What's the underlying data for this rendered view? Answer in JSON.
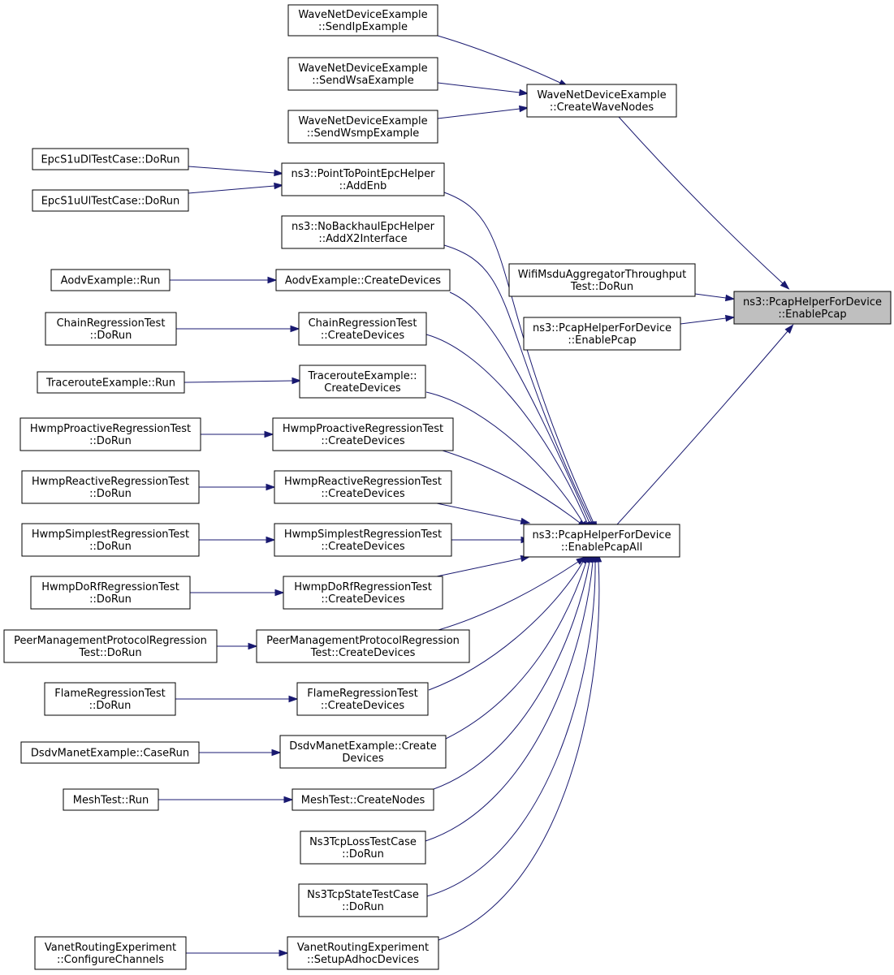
{
  "nodes": [
    {
      "id": "target",
      "lines": [
        "ns3::PcapHelperForDevice",
        "::EnablePcap"
      ],
      "highlight": true
    },
    {
      "id": "wave_create",
      "lines": [
        "WaveNetDeviceExample",
        "::CreateWaveNodes"
      ]
    },
    {
      "id": "wifi_msdu",
      "lines": [
        "WifiMsduAggregatorThroughput",
        "Test::DoRun"
      ]
    },
    {
      "id": "pcap_enable",
      "lines": [
        "ns3::PcapHelperForDevice",
        "::EnablePcap"
      ]
    },
    {
      "id": "pcap_all",
      "lines": [
        "ns3::PcapHelperForDevice",
        "::EnablePcapAll"
      ]
    },
    {
      "id": "wave_ip",
      "lines": [
        "WaveNetDeviceExample",
        "::SendIpExample"
      ]
    },
    {
      "id": "wave_wsa",
      "lines": [
        "WaveNetDeviceExample",
        "::SendWsaExample"
      ]
    },
    {
      "id": "wave_wsmp",
      "lines": [
        "WaveNetDeviceExample",
        "::SendWsmpExample"
      ]
    },
    {
      "id": "p2p_addenb",
      "lines": [
        "ns3::PointToPointEpcHelper",
        "::AddEnb"
      ]
    },
    {
      "id": "epc_dl",
      "lines": [
        "EpcS1uDlTestCase::DoRun"
      ]
    },
    {
      "id": "epc_ul",
      "lines": [
        "EpcS1uUlTestCase::DoRun"
      ]
    },
    {
      "id": "nobackhaul",
      "lines": [
        "ns3::NoBackhaulEpcHelper",
        "::AddX2Interface"
      ]
    },
    {
      "id": "aodv_cd",
      "lines": [
        "AodvExample::CreateDevices"
      ]
    },
    {
      "id": "aodv_run",
      "lines": [
        "AodvExample::Run"
      ]
    },
    {
      "id": "chain_cd",
      "lines": [
        "ChainRegressionTest",
        "::CreateDevices"
      ]
    },
    {
      "id": "chain_run",
      "lines": [
        "ChainRegressionTest",
        "::DoRun"
      ]
    },
    {
      "id": "trace_cd",
      "lines": [
        "TracerouteExample::",
        "CreateDevices"
      ]
    },
    {
      "id": "trace_run",
      "lines": [
        "TracerouteExample::Run"
      ]
    },
    {
      "id": "hpro_cd",
      "lines": [
        "HwmpProactiveRegressionTest",
        "::CreateDevices"
      ]
    },
    {
      "id": "hpro_run",
      "lines": [
        "HwmpProactiveRegressionTest",
        "::DoRun"
      ]
    },
    {
      "id": "hrea_cd",
      "lines": [
        "HwmpReactiveRegressionTest",
        "::CreateDevices"
      ]
    },
    {
      "id": "hrea_run",
      "lines": [
        "HwmpReactiveRegressionTest",
        "::DoRun"
      ]
    },
    {
      "id": "hsim_cd",
      "lines": [
        "HwmpSimplestRegressionTest",
        "::CreateDevices"
      ]
    },
    {
      "id": "hsim_run",
      "lines": [
        "HwmpSimplestRegressionTest",
        "::DoRun"
      ]
    },
    {
      "id": "hdo_cd",
      "lines": [
        "HwmpDoRfRegressionTest",
        "::CreateDevices"
      ]
    },
    {
      "id": "hdo_run",
      "lines": [
        "HwmpDoRfRegressionTest",
        "::DoRun"
      ]
    },
    {
      "id": "peer_cd",
      "lines": [
        "PeerManagementProtocolRegression",
        "Test::CreateDevices"
      ]
    },
    {
      "id": "peer_run",
      "lines": [
        "PeerManagementProtocolRegression",
        "Test::DoRun"
      ]
    },
    {
      "id": "flame_cd",
      "lines": [
        "FlameRegressionTest",
        "::CreateDevices"
      ]
    },
    {
      "id": "flame_run",
      "lines": [
        "FlameRegressionTest",
        "::DoRun"
      ]
    },
    {
      "id": "dsdv_cd",
      "lines": [
        "DsdvManetExample::Create",
        "Devices"
      ]
    },
    {
      "id": "dsdv_run",
      "lines": [
        "DsdvManetExample::CaseRun"
      ]
    },
    {
      "id": "mesh_cn",
      "lines": [
        "MeshTest::CreateNodes"
      ]
    },
    {
      "id": "mesh_run",
      "lines": [
        "MeshTest::Run"
      ]
    },
    {
      "id": "tcp_loss",
      "lines": [
        "Ns3TcpLossTestCase",
        "::DoRun"
      ]
    },
    {
      "id": "tcp_state",
      "lines": [
        "Ns3TcpStateTestCase",
        "::DoRun"
      ]
    },
    {
      "id": "vanet_setup",
      "lines": [
        "VanetRoutingExperiment",
        "::SetupAdhocDevices"
      ]
    },
    {
      "id": "vanet_cfg",
      "lines": [
        "VanetRoutingExperiment",
        "::ConfigureChannels"
      ]
    }
  ],
  "edges": [
    {
      "from": "wave_create",
      "to": "target"
    },
    {
      "from": "wifi_msdu",
      "to": "target"
    },
    {
      "from": "pcap_enable",
      "to": "target"
    },
    {
      "from": "pcap_all",
      "to": "target"
    },
    {
      "from": "wave_ip",
      "to": "wave_create"
    },
    {
      "from": "wave_wsa",
      "to": "wave_create"
    },
    {
      "from": "wave_wsmp",
      "to": "wave_create"
    },
    {
      "from": "epc_dl",
      "to": "p2p_addenb"
    },
    {
      "from": "epc_ul",
      "to": "p2p_addenb"
    },
    {
      "from": "aodv_run",
      "to": "aodv_cd"
    },
    {
      "from": "chain_run",
      "to": "chain_cd"
    },
    {
      "from": "trace_run",
      "to": "trace_cd"
    },
    {
      "from": "hpro_run",
      "to": "hpro_cd"
    },
    {
      "from": "hrea_run",
      "to": "hrea_cd"
    },
    {
      "from": "hsim_run",
      "to": "hsim_cd"
    },
    {
      "from": "hdo_run",
      "to": "hdo_cd"
    },
    {
      "from": "peer_run",
      "to": "peer_cd"
    },
    {
      "from": "flame_run",
      "to": "flame_cd"
    },
    {
      "from": "dsdv_run",
      "to": "dsdv_cd"
    },
    {
      "from": "mesh_run",
      "to": "mesh_cn"
    },
    {
      "from": "vanet_cfg",
      "to": "vanet_setup"
    },
    {
      "from": "p2p_addenb",
      "to": "pcap_all"
    },
    {
      "from": "nobackhaul",
      "to": "pcap_all"
    },
    {
      "from": "aodv_cd",
      "to": "pcap_all"
    },
    {
      "from": "chain_cd",
      "to": "pcap_all"
    },
    {
      "from": "trace_cd",
      "to": "pcap_all"
    },
    {
      "from": "hpro_cd",
      "to": "pcap_all"
    },
    {
      "from": "hrea_cd",
      "to": "pcap_all"
    },
    {
      "from": "hsim_cd",
      "to": "pcap_all"
    },
    {
      "from": "hdo_cd",
      "to": "pcap_all"
    },
    {
      "from": "peer_cd",
      "to": "pcap_all"
    },
    {
      "from": "flame_cd",
      "to": "pcap_all"
    },
    {
      "from": "dsdv_cd",
      "to": "pcap_all"
    },
    {
      "from": "mesh_cn",
      "to": "pcap_all"
    },
    {
      "from": "tcp_loss",
      "to": "pcap_all"
    },
    {
      "from": "tcp_state",
      "to": "pcap_all"
    },
    {
      "from": "vanet_setup",
      "to": "pcap_all"
    }
  ]
}
